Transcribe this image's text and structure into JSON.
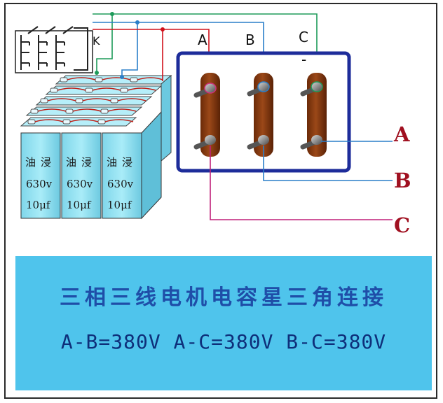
{
  "switch_label": "K",
  "terminal_top_labels": [
    "A",
    "B",
    "C"
  ],
  "minus_sign": "-",
  "line_labels": [
    "A",
    "B",
    "C"
  ],
  "capacitor": {
    "label_oil": "油",
    "label_logo": "浸",
    "voltage": "630v",
    "capacitance": "10μf"
  },
  "caption": {
    "title": "三相三线电机电容星三角连接",
    "formula": "A-B=380V A-C=380V B-C=380V"
  },
  "colors": {
    "wire_red": "#d0101a",
    "wire_blue": "#2a7fc9",
    "wire_green": "#1e9b5a",
    "wire_magenta": "#c0207a",
    "motor_border": "#1d2c9a",
    "terminal_bar": "#8a3b10",
    "capacitor_body": "#8ddff0",
    "caption_bg": "#4fc4ec"
  }
}
